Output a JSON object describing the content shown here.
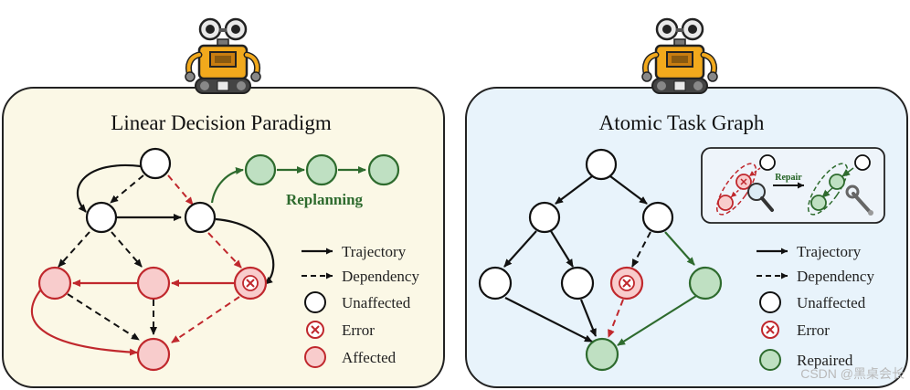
{
  "left_panel": {
    "title": "Linear Decision Paradigm",
    "replanning_label": "Replanning",
    "legend": {
      "trajectory": "Trajectory",
      "dependency": "Dependency",
      "unaffected": "Unaffected",
      "error": "Error",
      "affected": "Affected"
    }
  },
  "right_panel": {
    "title": "Atomic Task Graph",
    "repair_label": "Repair",
    "legend": {
      "trajectory": "Trajectory",
      "dependency": "Dependency",
      "unaffected": "Unaffected",
      "error": "Error",
      "repaired": "Repaired"
    }
  },
  "watermark": "CSDN @黑桌会长",
  "colors": {
    "left_panel_bg": "#fbf8e6",
    "right_panel_bg": "#e8f3fb",
    "unaffected_fill": "#ffffff",
    "affected_fill": "#f8cccc",
    "error_stroke": "#c0282d",
    "repaired_fill": "#bfe0c2",
    "repaired_stroke": "#2e6b2e",
    "robot_body": "#f2a91c"
  },
  "icons": [
    "robot-icon",
    "error-x-icon",
    "magnifier-icon",
    "wrench-icon"
  ]
}
